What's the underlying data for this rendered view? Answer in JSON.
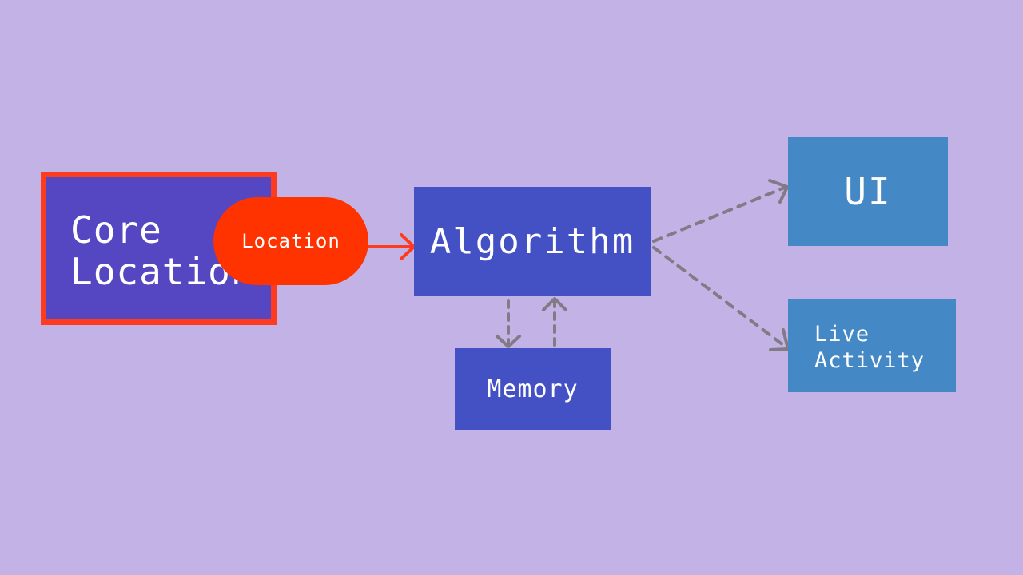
{
  "colors": {
    "background": "#c3b2e6",
    "core_fill": "#5546c2",
    "core_border": "#ff3b1f",
    "pill_fill": "#ff3300",
    "algorithm_fill": "#4451c4",
    "memory_fill": "#4451c4",
    "output_fill": "#4588c6",
    "dashed_edge": "#807b85",
    "location_edge": "#ff3b1f"
  },
  "nodes": {
    "core_location": "Core\nLocation",
    "location_pill": "Location",
    "algorithm": "Algorithm",
    "memory": "Memory",
    "ui": "UI",
    "live_activity": "Live\nActivity"
  }
}
